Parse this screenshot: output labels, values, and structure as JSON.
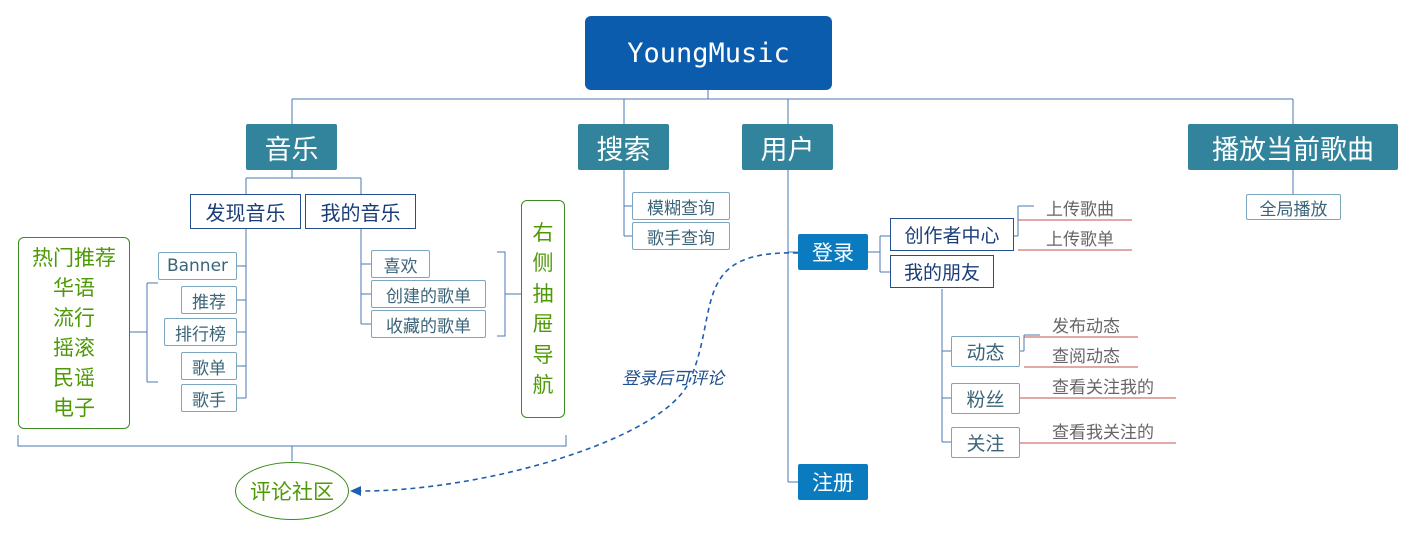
{
  "root": "YoungMusic",
  "categories": {
    "music": "音乐",
    "search": "搜索",
    "user": "用户",
    "play": "播放当前歌曲"
  },
  "music": {
    "discover": "发现音乐",
    "mine": "我的音乐",
    "discover_items": [
      "Banner",
      "推荐",
      "排行榜",
      "歌单",
      "歌手"
    ],
    "hot_tags": [
      "热门推荐",
      "华语",
      "流行",
      "摇滚",
      "民谣",
      "电子"
    ],
    "mine_items": [
      "喜欢",
      "创建的歌单",
      "收藏的歌单"
    ],
    "drawer_nav": [
      "右",
      "侧",
      "抽",
      "屉",
      "导",
      "航"
    ],
    "comment": "评论社区"
  },
  "search": {
    "items": [
      "模糊查询",
      "歌手查询"
    ]
  },
  "user": {
    "login": "登录",
    "register": "注册",
    "creator_center": "创作者中心",
    "creator_items": [
      "上传歌曲",
      "上传歌单"
    ],
    "friends": "我的朋友",
    "dynamic": "动态",
    "dynamic_items": [
      "发布动态",
      "查阅动态"
    ],
    "fans": "粉丝",
    "fans_item": "查看关注我的",
    "follow": "关注",
    "follow_item": "查看我关注的",
    "comment_note": "登录后可评论"
  },
  "play": {
    "global": "全局播放"
  },
  "colors": {
    "root": "#0b5cad",
    "category": "#31849b",
    "user_action": "#0a7bbf",
    "tag_green": "#4e9a06",
    "underline_red": "#c0504d",
    "connector": "#4a7ab5"
  }
}
